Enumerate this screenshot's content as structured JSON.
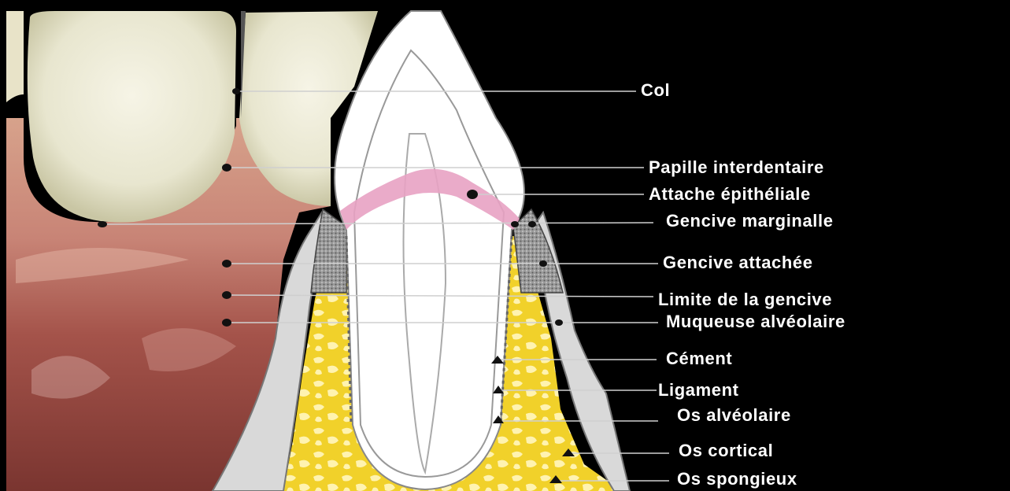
{
  "labels": {
    "col": "Col",
    "papille_interdentaire": "Papille interdentaire",
    "attache_epitheliale": "Attache épithéliale",
    "gencive_marginalle": "Gencive marginalle",
    "gencive_attachee": "Gencive attachée",
    "limite_de_la_gencive": "Limite de la gencive",
    "muqueuse_alveolaire": "Muqueuse alvéolaire",
    "cement": "Cément",
    "ligament": "Ligament",
    "os_alveolaire": "Os alvéolaire",
    "os_cortical": "Os cortical",
    "os_spongieux": "Os spongieux"
  },
  "colors": {
    "background": "#000000",
    "label_text": "#ffffff",
    "enamel": "#f4f6f1",
    "attachment": "#e8a2c3",
    "gingiva_section": "#8f8f8f",
    "bone": "#f2d333",
    "mucosa_photo": "#9c4a40"
  }
}
